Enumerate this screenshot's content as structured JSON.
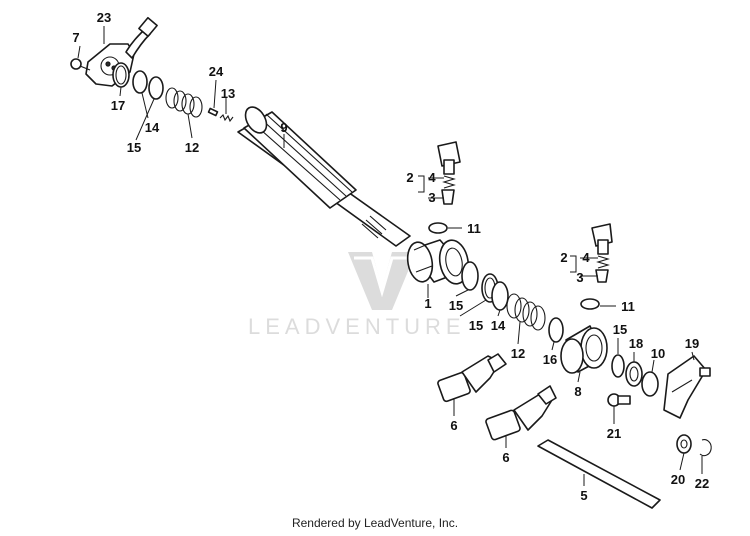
{
  "diagram": {
    "watermark": {
      "text": "LEADVENTURE",
      "color": "#dcdcdc"
    },
    "footer": "Rendered by LeadVenture, Inc.",
    "callouts": {
      "c23": "23",
      "c7": "7",
      "c24": "24",
      "c13": "13",
      "c9": "9",
      "c17": "17",
      "c14a": "14",
      "c15a": "15",
      "c12a": "12",
      "c2a": "2",
      "c4a": "4",
      "c3a": "3",
      "c11a": "11",
      "c1": "1",
      "c15b": "15",
      "c15c": "15",
      "c14b": "14",
      "c12b": "12",
      "c16": "16",
      "c8": "8",
      "c2b": "2",
      "c4b": "4",
      "c3b": "3",
      "c11b": "11",
      "c15d": "15",
      "c18": "18",
      "c10": "10",
      "c19": "19",
      "c6a": "6",
      "c6b": "6",
      "c21": "21",
      "c5": "5",
      "c20": "20",
      "c22": "22"
    }
  }
}
